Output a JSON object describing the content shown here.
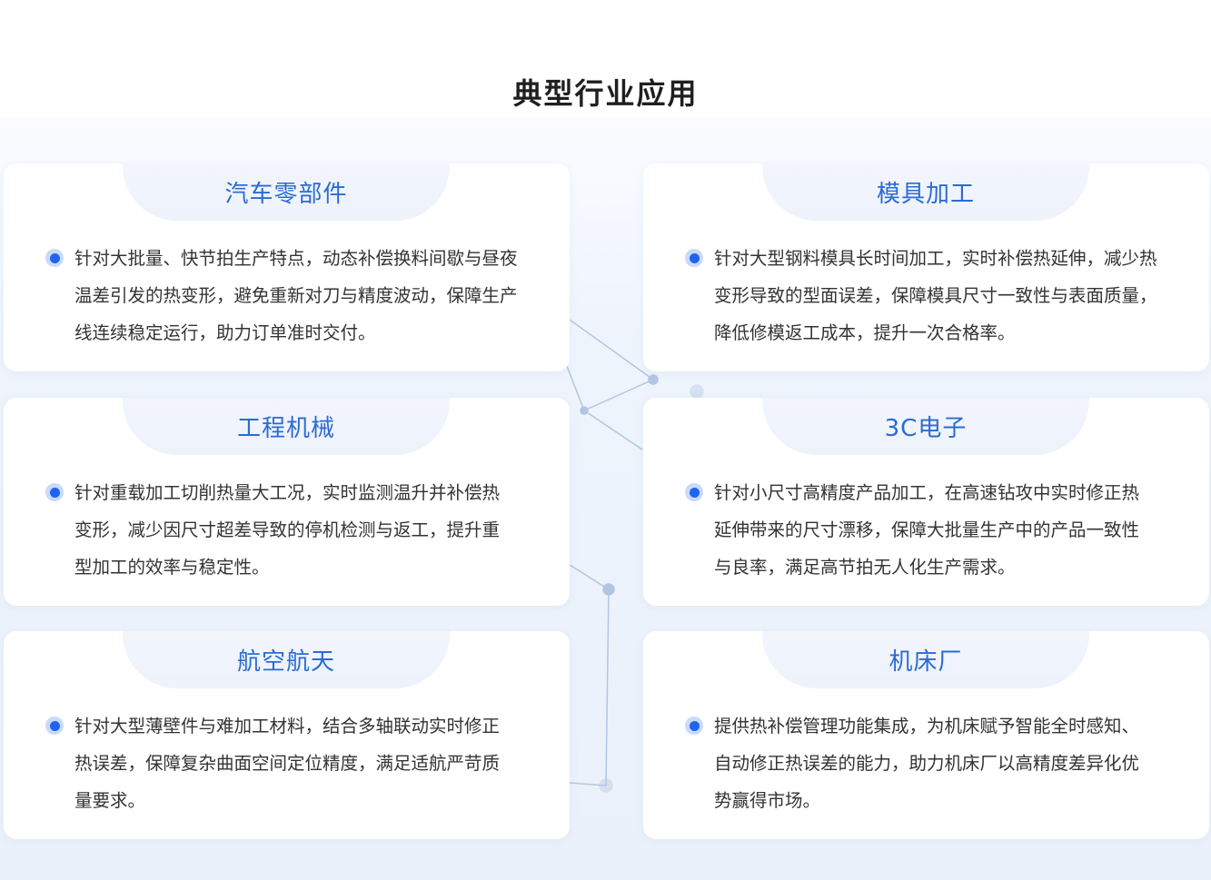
{
  "section": {
    "title": "典型行业应用"
  },
  "cards": [
    {
      "title": "汽车零部件",
      "text": "针对大批量、快节拍生产特点，动态补偿换料间歇与昼夜温差引发的热变形，避免重新对刀与精度波动，保障生产线连续稳定运行，助力订单准时交付。"
    },
    {
      "title": "模具加工",
      "text": "针对大型钢料模具长时间加工，实时补偿热延伸，减少热变形导致的型面误差，保障模具尺寸一致性与表面质量，降低修模返工成本，提升一次合格率。"
    },
    {
      "title": "工程机械",
      "text": "针对重载加工切削热量大工况，实时监测温升并补偿热变形，减少因尺寸超差导致的停机检测与返工，提升重型加工的效率与稳定性。"
    },
    {
      "title": "3C电子",
      "text": "针对小尺寸高精度产品加工，在高速钻攻中实时修正热延伸带来的尺寸漂移，保障大批量生产中的产品一致性与良率，满足高节拍无人化生产需求。"
    },
    {
      "title": "航空航天",
      "text": "针对大型薄壁件与难加工材料，结合多轴联动实时修正热误差，保障复杂曲面空间定位精度，满足适航严苛质量要求。"
    },
    {
      "title": "机床厂",
      "text": "提供热补偿管理功能集成，为机床赋予智能全时感知、自动修正热误差的能力，助力机床厂以高精度差异化优势赢得市场。"
    }
  ]
}
